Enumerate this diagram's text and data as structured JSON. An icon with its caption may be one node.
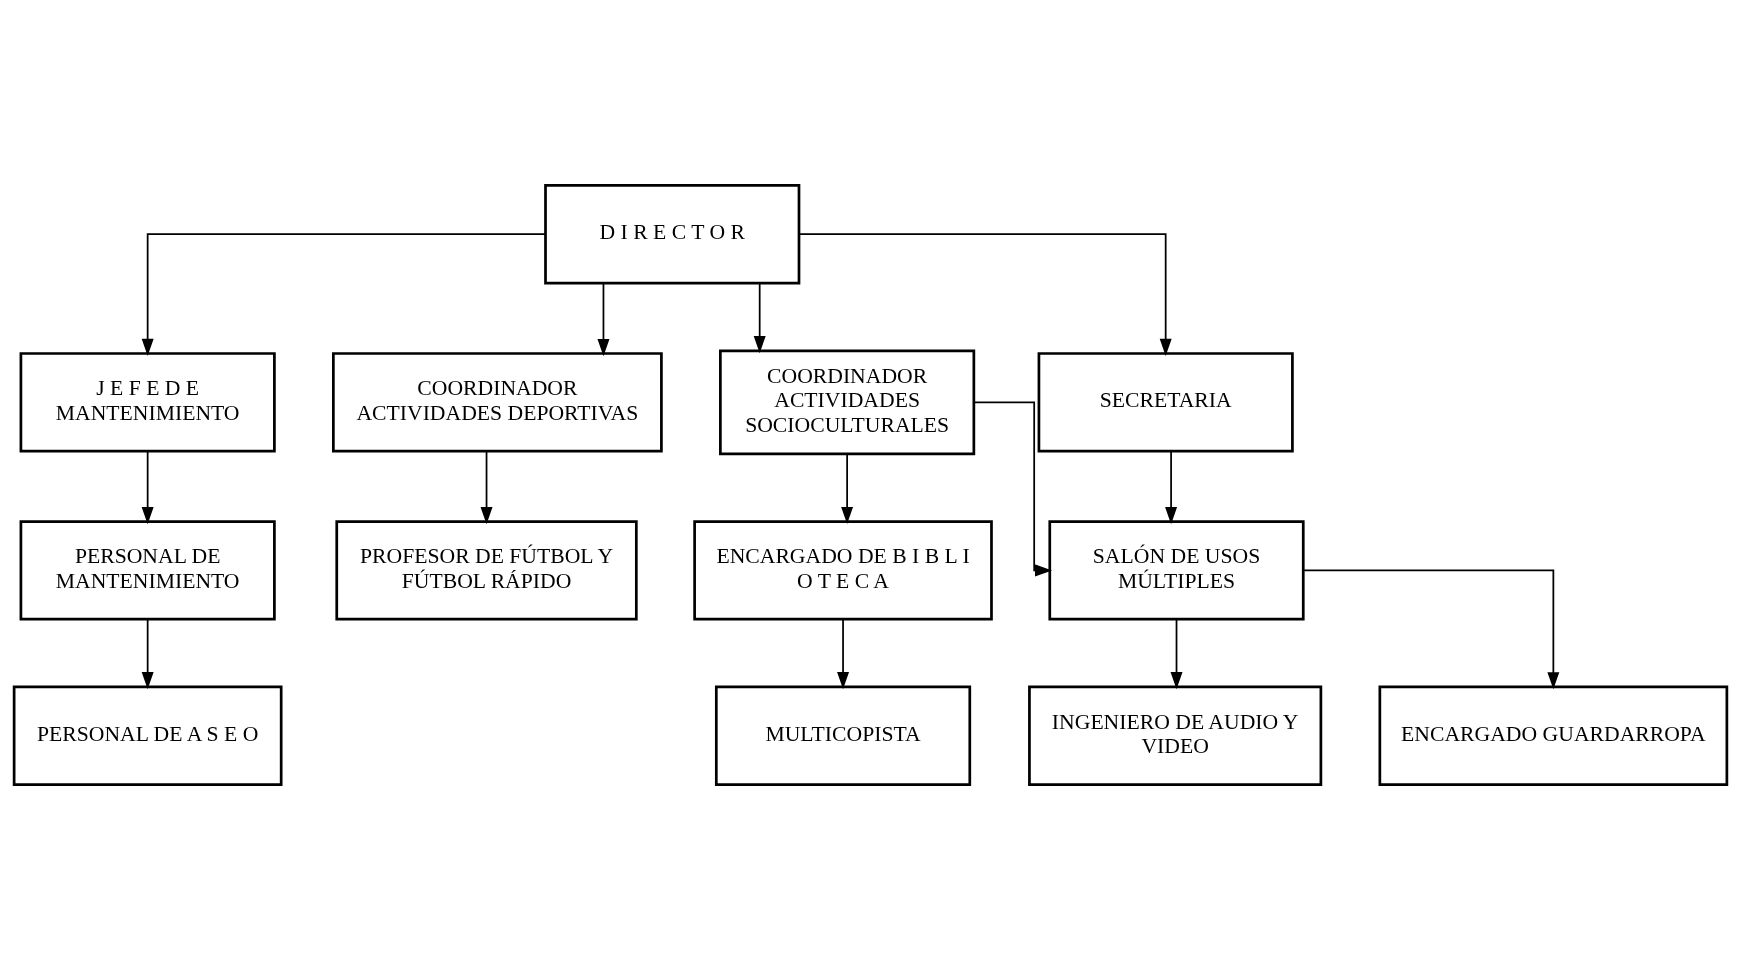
{
  "diagram": {
    "nodes": [
      {
        "text": [
          "D I R E C T O R"
        ]
      },
      {
        "text": [
          "J E F E D E MANTENIMIENTO"
        ]
      },
      {
        "text": [
          "COORDINADOR ACTIVIDADES DEPORTIVAS"
        ]
      },
      {
        "text": [
          "COORDINADOR ACTIVIDADES SOCIOCULTURALES"
        ]
      },
      {
        "text": [
          "SECRETARIA"
        ]
      },
      {
        "text": [
          "PERSONAL DE MANTENIMIENTO"
        ]
      },
      {
        "text": [
          "PROFESOR DE FÚTBOL Y FÚTBOL RÁPIDO"
        ]
      },
      {
        "text": [
          "ENCARGADO DE B I B L I O T E C A"
        ]
      },
      {
        "text": [
          "SALÓN DE USOS MÚLTIPLES"
        ]
      },
      {
        "text": [
          "PERSONAL DE A S E O"
        ]
      },
      {
        "text": [
          "MULTICOPISTA"
        ]
      },
      {
        "text": [
          "INGENIERO DE AUDIO Y VIDEO"
        ]
      },
      {
        "text": [
          "ENCARGADO GUARDARROPA"
        ]
      }
    ],
    "edges": [
      {
        "from": 0,
        "to": 1,
        "arrow": "to"
      },
      {
        "from": 0,
        "to": 2,
        "arrow": "to"
      },
      {
        "from": 0,
        "to": 3,
        "arrow": "to"
      },
      {
        "from": 0,
        "to": 4,
        "arrow": "to"
      },
      {
        "from": 1,
        "to": 5,
        "arrow": "to"
      },
      {
        "from": 2,
        "to": 6,
        "arrow": "to"
      },
      {
        "from": 3,
        "to": 7,
        "arrow": "to"
      },
      {
        "from": 3,
        "to": 8,
        "arrow": "to"
      },
      {
        "from": 4,
        "to": 8,
        "arrow": "to"
      },
      {
        "from": 5,
        "to": 9,
        "arrow": "to"
      },
      {
        "from": 7,
        "to": 10,
        "arrow": "to"
      },
      {
        "from": 8,
        "to": 11,
        "arrow": "to"
      },
      {
        "from": 8,
        "to": 12,
        "arrow": "to"
      }
    ]
  }
}
